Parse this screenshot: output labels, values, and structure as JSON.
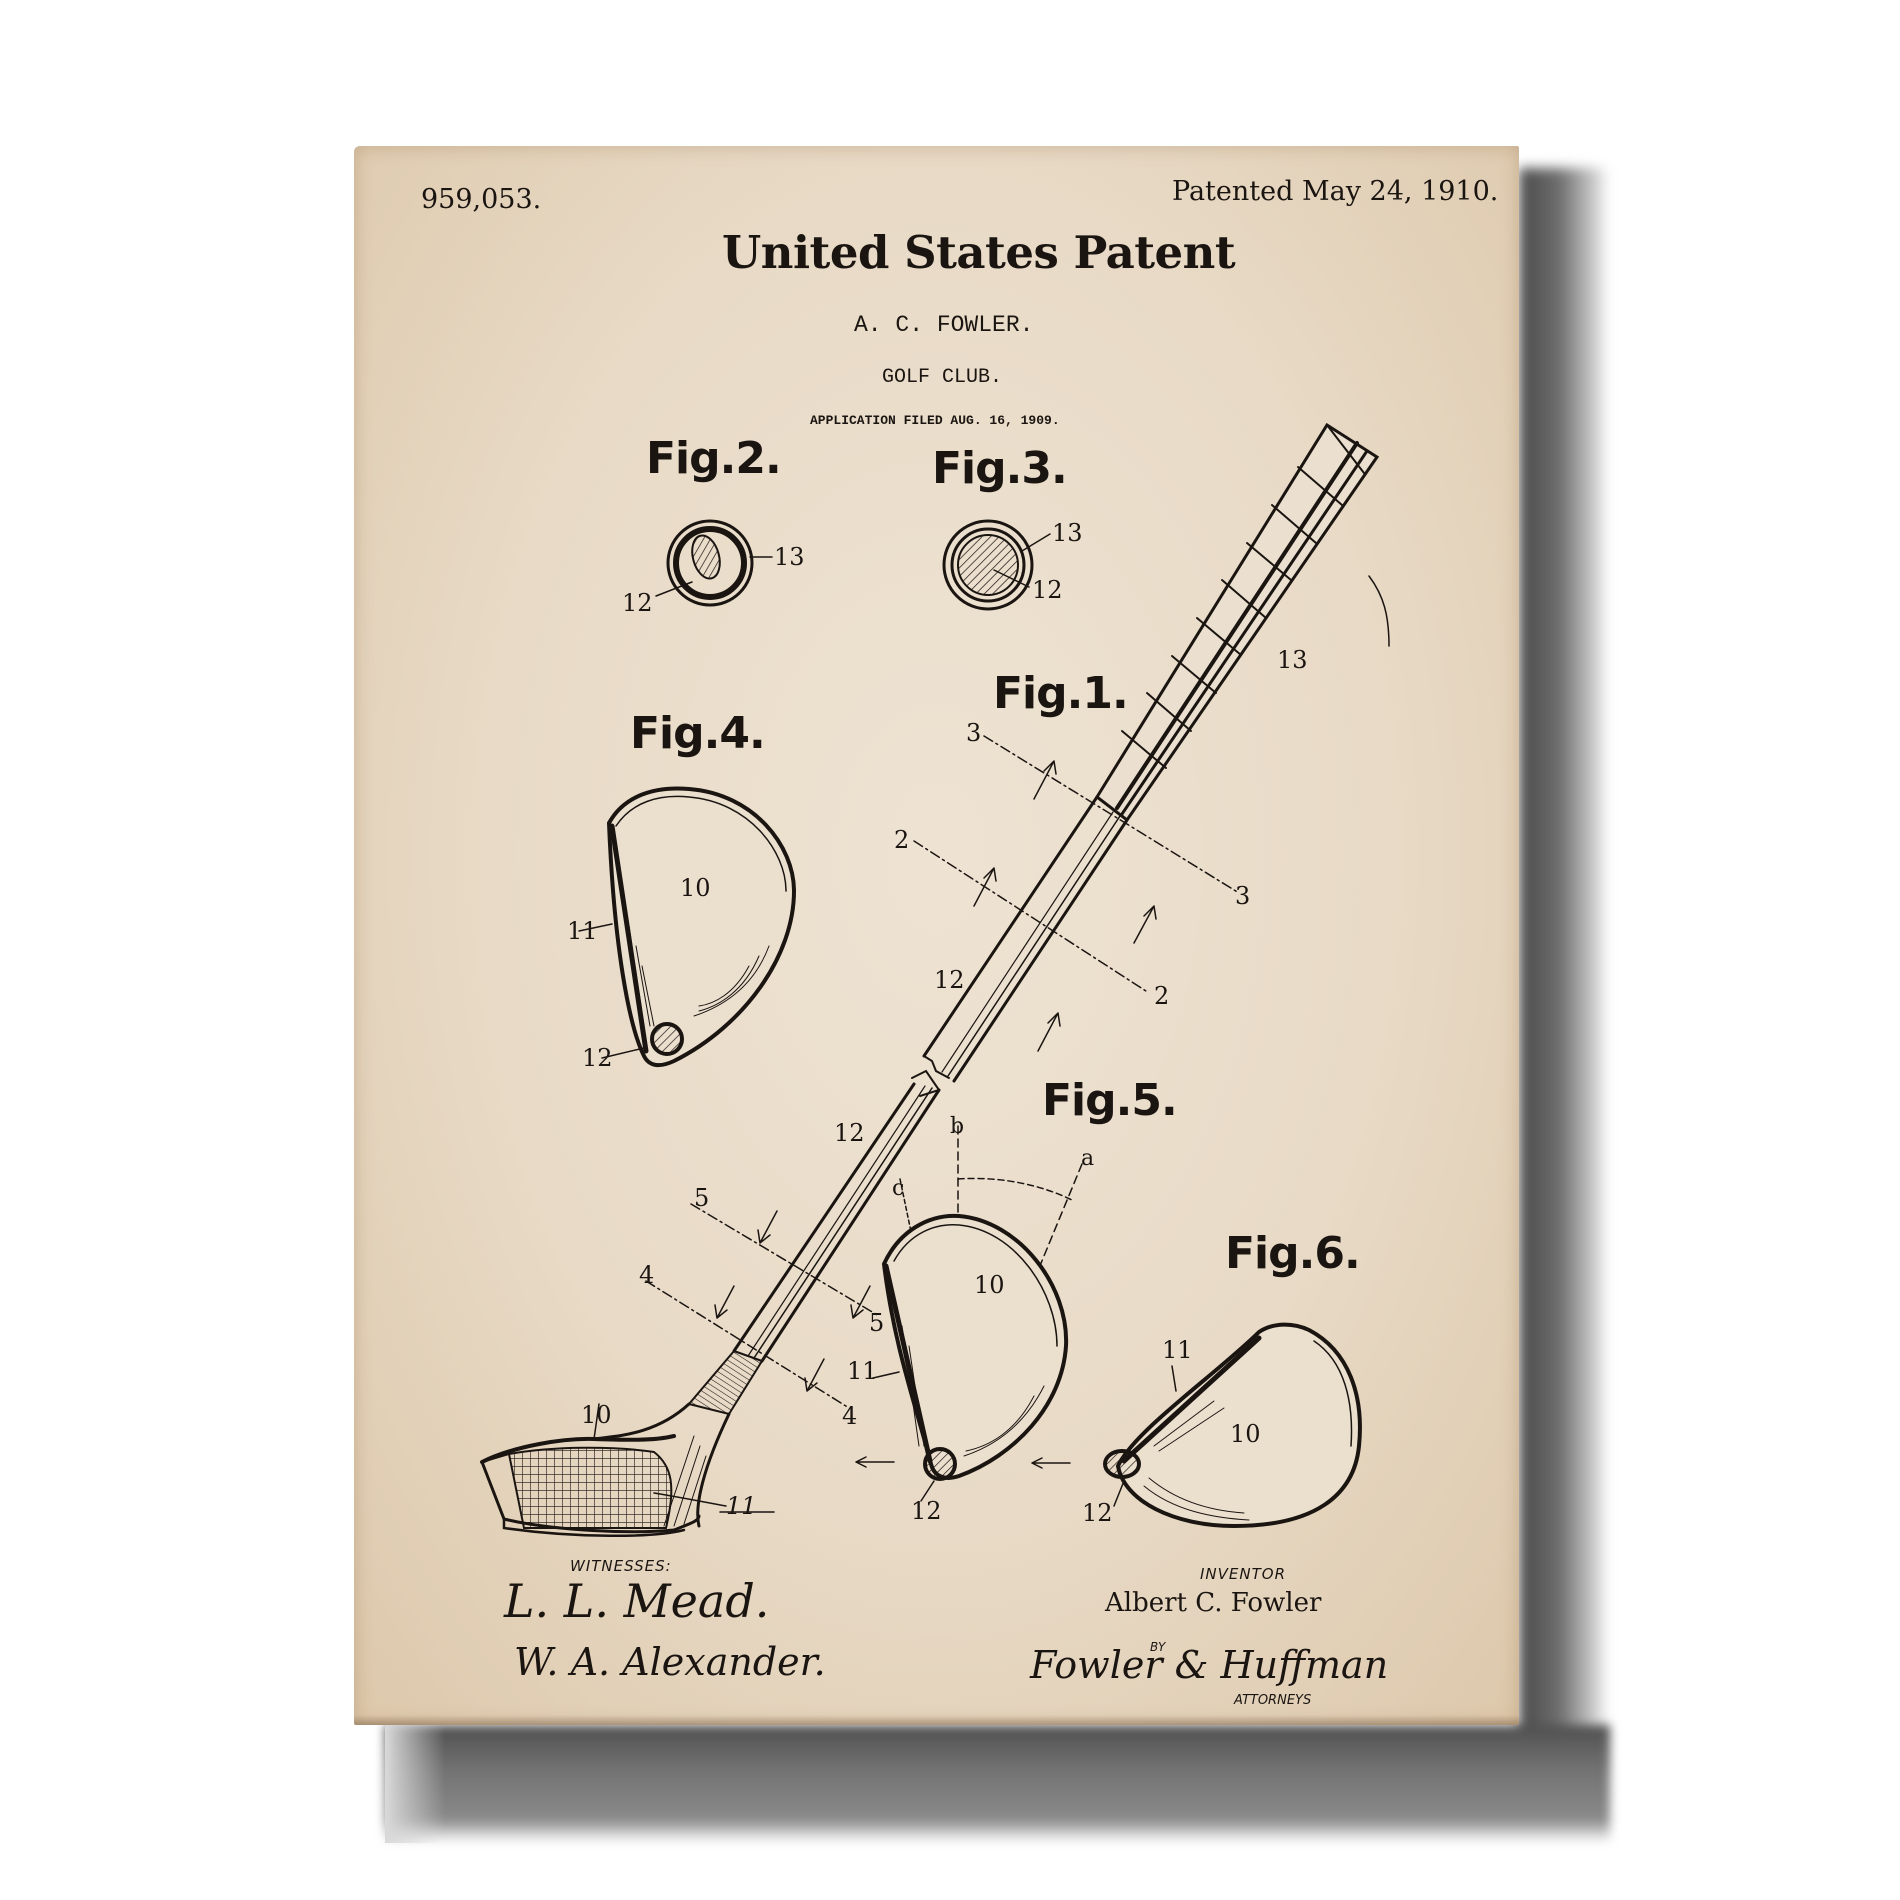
{
  "header": {
    "patent_number": "959,053.",
    "patented_date": "Patented May 24, 1910.",
    "title": "United States Patent",
    "inventor_short": "A. C. FOWLER.",
    "invention": "GOLF CLUB.",
    "application_filed": "APPLICATION FILED AUG. 16, 1909."
  },
  "figures": {
    "fig1": "Fig.1.",
    "fig2": "Fig.2.",
    "fig3": "Fig.3.",
    "fig4": "Fig.4.",
    "fig5": "Fig.5.",
    "fig6": "Fig.6."
  },
  "reference_numerals": {
    "fig2": [
      "13",
      "12"
    ],
    "fig3": [
      "13",
      "12"
    ],
    "fig1_grip": "13",
    "fig1_sections": [
      "3",
      "3",
      "2",
      "2",
      "5",
      "5",
      "4",
      "4"
    ],
    "fig1_shaft": [
      "12",
      "12"
    ],
    "fig1_head": [
      "10",
      "11"
    ],
    "fig4": [
      "10",
      "11",
      "12"
    ],
    "fig5": [
      "b",
      "a",
      "c",
      "10",
      "11",
      "12"
    ],
    "fig6": [
      "11",
      "10",
      "12"
    ]
  },
  "footer": {
    "witnesses_label": "WITNESSES:",
    "witness_1": "L. L. Mead.",
    "witness_2": "W. A. Alexander.",
    "inventor_label": "INVENTOR",
    "inventor_name": "Albert C. Fowler",
    "by_label": "BY",
    "attorney_signature": "Fowler & Huffman",
    "attorneys_label": "ATTORNEYS"
  },
  "colors": {
    "paper": "#e8dac6",
    "ink": "#1b1512",
    "shadow": "#5a5a5a"
  }
}
